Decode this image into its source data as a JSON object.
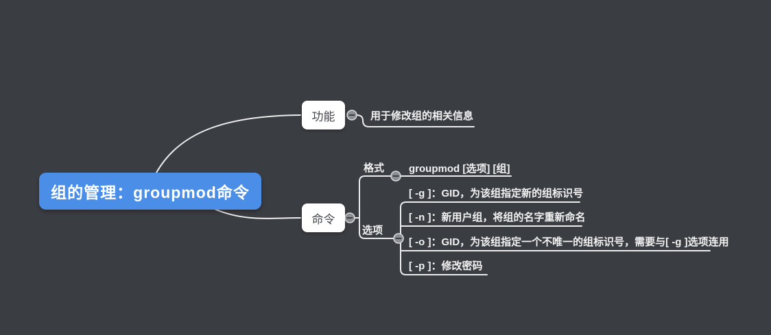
{
  "colors": {
    "background": "#3a3d42",
    "root_fill": "#4a8ee8",
    "root_text": "#ffffff",
    "topic_fill": "#ffffff",
    "topic_text": "#45484e",
    "branch_text": "#f2f2f2",
    "line": "#ececec",
    "collapse_fill": "#8b8e93",
    "collapse_border": "#dcdcdc"
  },
  "icons": {
    "collapse": "minus-collapse-icon",
    "collapse_glyph": "−"
  },
  "root": {
    "label": "组的管理：groupmod命令"
  },
  "branches": [
    {
      "label": "功能",
      "children": [
        {
          "label": "用于修改组的相关信息"
        }
      ]
    },
    {
      "label": "命令",
      "children": [
        {
          "label": "格式",
          "children": [
            {
              "label": "groupmod [选项] [组]"
            }
          ]
        },
        {
          "label": "选项",
          "children": [
            {
              "label": "[ -g ]：GID，为该组指定新的组标识号"
            },
            {
              "label": "[ -n ]：新用户组，将组的名字重新命名"
            },
            {
              "label": "[ -o ]：GID，为该组指定一个不唯一的组标识号，需要与[ -g ]选项连用"
            },
            {
              "label": "[ -p ]：修改密码"
            }
          ]
        }
      ]
    }
  ]
}
